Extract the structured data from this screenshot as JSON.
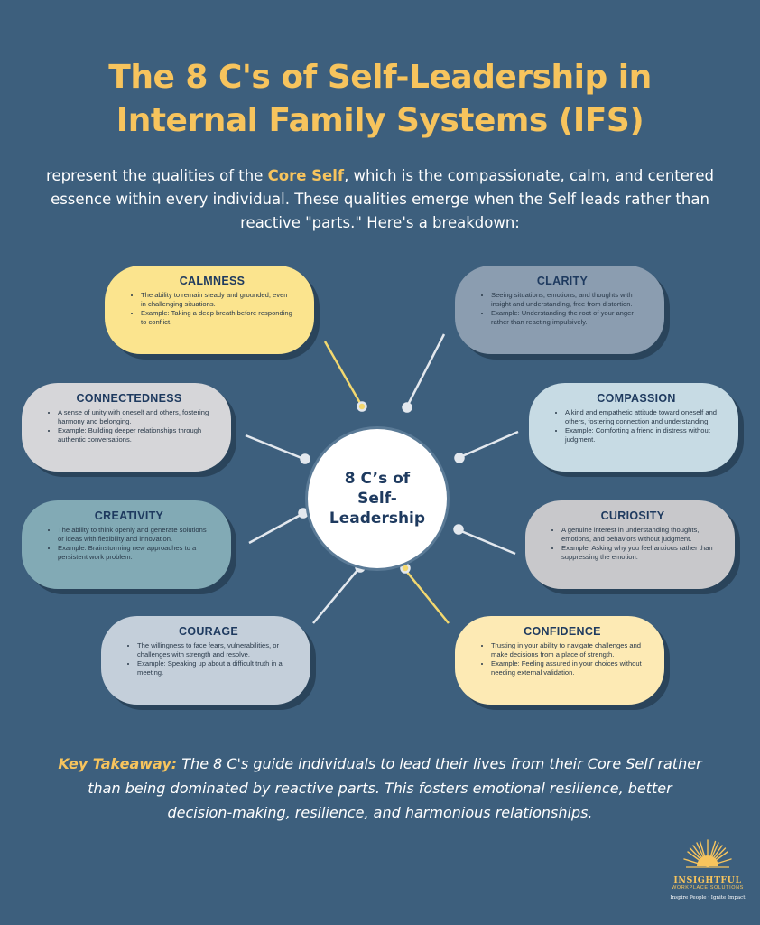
{
  "title": {
    "line1": "The 8 C's of Self-Leadership in",
    "line2": "Internal Family Systems (IFS)"
  },
  "intro": {
    "before": "represent the qualities of the ",
    "highlight": "Core Self",
    "after": ", which is the compassionate, calm, and centered essence within every individual. These qualities emerge when the Self leads rather than reactive \"parts.\" Here's a breakdown:"
  },
  "center": {
    "line1": "8 C’s of",
    "line2": "Self-",
    "line3": "Leadership"
  },
  "cards": {
    "calmness": {
      "title": "CALMNESS",
      "bullets": [
        "The ability to remain steady and grounded, even in challenging situations.",
        "Example: Taking a deep breath before responding to conflict."
      ]
    },
    "clarity": {
      "title": "CLARITY",
      "bullets": [
        "Seeing situations, emotions, and thoughts with insight and understanding, free from distortion.",
        "Example: Understanding the root of your anger rather than reacting impulsively."
      ]
    },
    "connectedness": {
      "title": "CONNECTEDNESS",
      "bullets": [
        "A sense of unity with oneself and others, fostering harmony and belonging.",
        "Example: Building deeper relationships through authentic conversations."
      ]
    },
    "compassion": {
      "title": "COMPASSION",
      "bullets": [
        "A kind and empathetic attitude toward oneself and others, fostering connection and understanding.",
        "Example: Comforting a friend in distress without judgment."
      ]
    },
    "creativity": {
      "title": "CREATIVITY",
      "bullets": [
        "The ability to think openly and generate solutions or ideas with flexibility and innovation.",
        "Example: Brainstorming new approaches to a persistent work problem."
      ]
    },
    "curiosity": {
      "title": "CURIOSITY",
      "bullets": [
        "A genuine interest in understanding thoughts, emotions, and behaviors without judgment.",
        "Example: Asking why you feel anxious rather than suppressing the emotion."
      ]
    },
    "courage": {
      "title": "COURAGE",
      "bullets": [
        "The willingness to face fears, vulnerabilities, or challenges with strength and resolve.",
        "Example: Speaking up about a difficult truth in a meeting."
      ]
    },
    "confidence": {
      "title": "CONFIDENCE",
      "bullets": [
        "Trusting in your ability to navigate challenges and make decisions from a place of strength.",
        "Example: Feeling assured in your choices without needing external validation."
      ]
    }
  },
  "takeaway": {
    "label": "Key Takeaway:",
    "text": " The 8 C's guide individuals to lead their lives from their Core Self rather than being dominated by reactive parts. This fosters emotional resilience, better decision-making, resilience, and harmonious relationships."
  },
  "logo": {
    "name": "INSIGHTFUL",
    "sub": "WORKPLACE SOLUTIONS",
    "tagline": "Inspire People · Ignite Impact",
    "icon": "sunburst-icon"
  },
  "colors": {
    "background": "#3d5f7d",
    "accent": "#f7c45d",
    "calmness": "#fbe48e",
    "clarity": "#8b9db0",
    "connectedness": "#d6d6d9",
    "compassion": "#c7dbe4",
    "creativity": "#82aab5",
    "curiosity": "#c8c8cb",
    "courage": "#c4cfda",
    "confidence": "#fdeab4"
  }
}
